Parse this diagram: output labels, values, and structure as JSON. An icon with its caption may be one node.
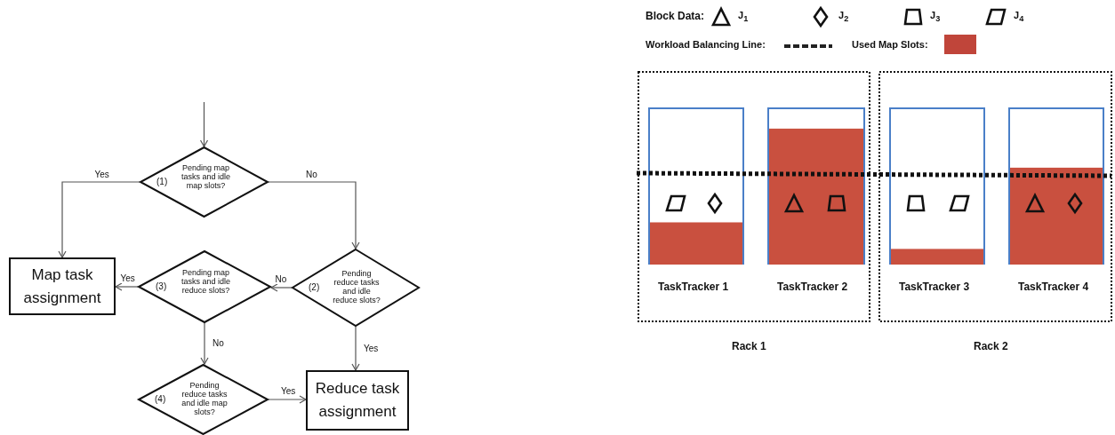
{
  "diagram": {
    "nodes": [
      {
        "text": [
          "(1)",
          "Pending map tasks and idle map slots?"
        ]
      },
      {
        "text": [
          "Map task assignment"
        ]
      },
      {
        "text": [
          "(3)",
          "Pending map tasks and idle reduce slots?"
        ]
      },
      {
        "text": [
          "(2)",
          "Pending reduce tasks and idle reduce slots?"
        ]
      },
      {
        "text": [
          "(4)",
          "Pending reduce tasks and idle map slots?"
        ]
      },
      {
        "text": [
          "Reduce task assignment"
        ]
      },
      {
        "text": [
          "Rack 1"
        ]
      },
      {
        "text": [
          "TaskTracker 1"
        ],
        "in": 6
      },
      {
        "text": [
          "TaskTracker 2"
        ],
        "in": 6
      },
      {
        "text": [
          "Rack 2"
        ]
      },
      {
        "text": [
          "TaskTracker 3"
        ],
        "in": 9
      },
      {
        "text": [
          "TaskTracker 4"
        ],
        "in": 9
      }
    ],
    "edges": [
      {
        "from": null,
        "to": 0,
        "arrow": "to"
      },
      {
        "from": 0,
        "to": 1,
        "label": "Yes",
        "arrow": "to"
      },
      {
        "from": 0,
        "to": 3,
        "label": "No",
        "arrow": "to"
      },
      {
        "from": 3,
        "to": 2,
        "label": "No",
        "arrow": "to"
      },
      {
        "from": 2,
        "to": 1,
        "label": "Yes",
        "arrow": "to"
      },
      {
        "from": 3,
        "to": 5,
        "label": "Yes",
        "arrow": "to"
      },
      {
        "from": 2,
        "to": 4,
        "label": "No",
        "arrow": "to"
      },
      {
        "from": 4,
        "to": 5,
        "label": "Yes",
        "arrow": "to"
      }
    ],
    "labels": [
      "Block Data:"
    ],
    "legend": [
      {
        "text": "J$_{1}$"
      },
      {
        "text": "J$_{2}$"
      },
      {
        "text": "J$_{3}$"
      },
      {
        "text": "J$_{4}$"
      },
      {
        "text": "Workload Balancing Line:"
      },
      {
        "text": "Used Map Slots:",
        "color": "#c0453a"
      }
    ]
  }
}
